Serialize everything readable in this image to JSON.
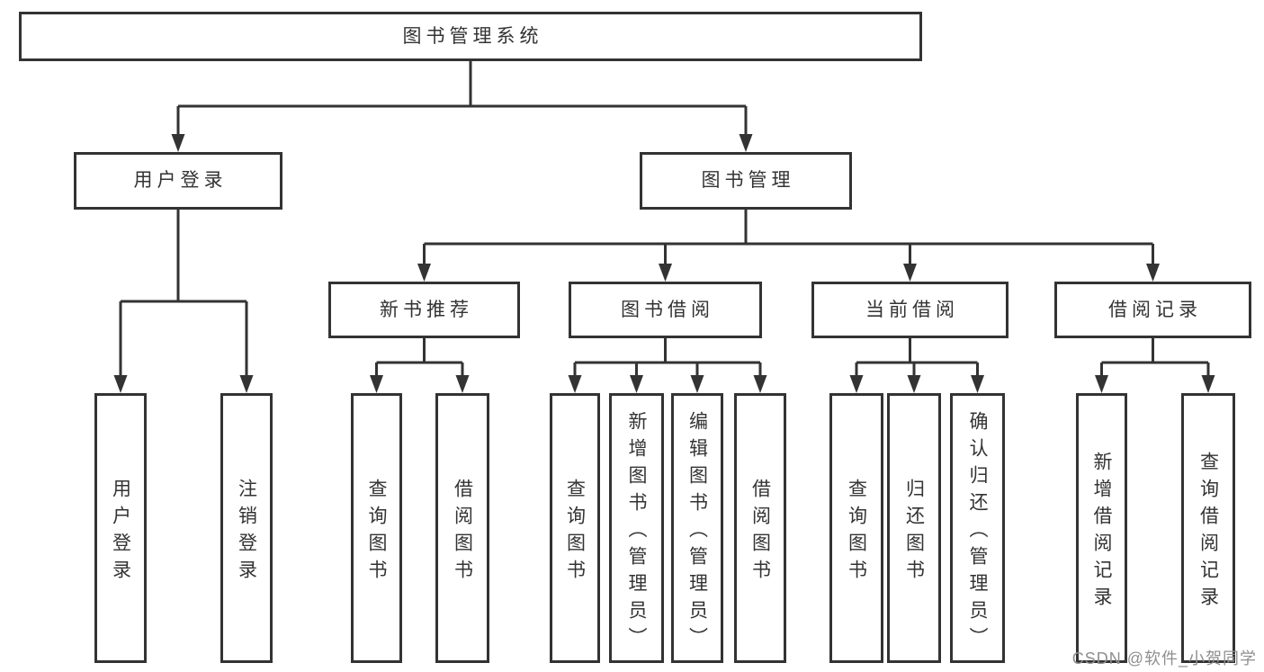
{
  "diagram": {
    "root": {
      "label": "图书管理系统"
    },
    "userLogin": {
      "label": "用户登录",
      "children": {
        "login": {
          "label": "用户登录"
        },
        "logout": {
          "label": "注销登录"
        }
      }
    },
    "bookManagement": {
      "label": "图书管理",
      "children": {
        "newBookRecommend": {
          "label": "新书推荐",
          "children": {
            "queryBook": {
              "label": "查询图书"
            },
            "borrowBook": {
              "label": "借阅图书"
            }
          }
        },
        "bookBorrow": {
          "label": "图书借阅",
          "children": {
            "queryBook": {
              "label": "查询图书"
            },
            "addBook": {
              "label": "新增图书（管理员）"
            },
            "editBook": {
              "label": "编辑图书（管理员）"
            },
            "borrowBook": {
              "label": "借阅图书"
            }
          }
        },
        "currentBorrow": {
          "label": "当前借阅",
          "children": {
            "queryBook": {
              "label": "查询图书"
            },
            "returnBook": {
              "label": "归还图书"
            },
            "confirmReturn": {
              "label": "确认归还（管理员）"
            }
          }
        },
        "borrowRecords": {
          "label": "借阅记录",
          "children": {
            "addRecord": {
              "label": "新增借阅记录"
            },
            "queryRecord": {
              "label": "查询借阅记录"
            }
          }
        }
      }
    }
  },
  "watermark": {
    "text": "CSDN @软件_小贺同学"
  },
  "colors": {
    "line": "#333333",
    "text": "#333333",
    "background": "#ffffff",
    "watermark": "#8f8f8f"
  }
}
